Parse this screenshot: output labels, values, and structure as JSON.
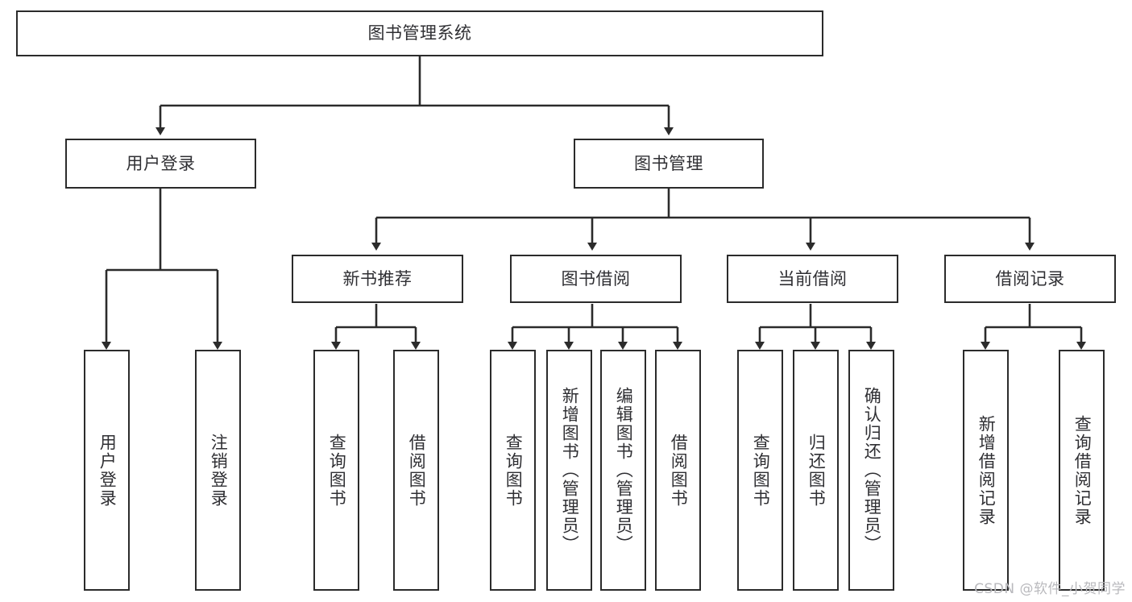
{
  "diagram": {
    "type": "hierarchy-tree",
    "title": "图书管理系统",
    "colors": {
      "box_border": "#2b2b2b",
      "box_fill": "#ffffff",
      "text": "#2f2f33",
      "connector": "#2b2b2b",
      "watermark": "#b9b9bd",
      "background": "#ffffff"
    },
    "levels": [
      {
        "level": 1,
        "nodes": [
          {
            "id": "root",
            "label": "图书管理系统",
            "orientation": "horizontal"
          }
        ]
      },
      {
        "level": 2,
        "nodes": [
          {
            "id": "user-login",
            "label": "用户登录",
            "orientation": "horizontal",
            "parent": "root"
          },
          {
            "id": "book-manage",
            "label": "图书管理",
            "orientation": "horizontal",
            "parent": "root"
          }
        ]
      },
      {
        "level": 3,
        "nodes": [
          {
            "id": "new-book-recommend",
            "label": "新书推荐",
            "orientation": "horizontal",
            "parent": "book-manage"
          },
          {
            "id": "book-borrow",
            "label": "图书借阅",
            "orientation": "horizontal",
            "parent": "book-manage"
          },
          {
            "id": "current-borrow",
            "label": "当前借阅",
            "orientation": "horizontal",
            "parent": "book-manage"
          },
          {
            "id": "borrow-record",
            "label": "借阅记录",
            "orientation": "horizontal",
            "parent": "book-manage"
          }
        ]
      },
      {
        "level": 4,
        "nodes": [
          {
            "id": "leaf-user-login",
            "label": "用户登录",
            "orientation": "vertical",
            "parent": "user-login"
          },
          {
            "id": "leaf-user-logout",
            "label": "注销登录",
            "orientation": "vertical",
            "parent": "user-login"
          },
          {
            "id": "leaf-query-book-1",
            "label": "查询图书",
            "orientation": "vertical",
            "parent": "new-book-recommend"
          },
          {
            "id": "leaf-borrow-book-1",
            "label": "借阅图书",
            "orientation": "vertical",
            "parent": "new-book-recommend"
          },
          {
            "id": "leaf-query-book-2",
            "label": "查询图书",
            "orientation": "vertical",
            "parent": "book-borrow"
          },
          {
            "id": "leaf-add-book",
            "label": "新增图书（管理员）",
            "orientation": "vertical",
            "parent": "book-borrow"
          },
          {
            "id": "leaf-edit-book",
            "label": "编辑图书（管理员）",
            "orientation": "vertical",
            "parent": "book-borrow"
          },
          {
            "id": "leaf-borrow-book-2",
            "label": "借阅图书",
            "orientation": "vertical",
            "parent": "book-borrow"
          },
          {
            "id": "leaf-query-book-3",
            "label": "查询图书",
            "orientation": "vertical",
            "parent": "current-borrow"
          },
          {
            "id": "leaf-return-book",
            "label": "归还图书",
            "orientation": "vertical",
            "parent": "current-borrow"
          },
          {
            "id": "leaf-confirm-return",
            "label": "确认归还（管理员）",
            "orientation": "vertical",
            "parent": "current-borrow"
          },
          {
            "id": "leaf-add-record",
            "label": "新增借阅记录",
            "orientation": "vertical",
            "parent": "borrow-record"
          },
          {
            "id": "leaf-query-record",
            "label": "查询借阅记录",
            "orientation": "vertical",
            "parent": "borrow-record"
          }
        ]
      }
    ]
  },
  "watermark": {
    "text": "CSDN @软件_小贺同学"
  }
}
